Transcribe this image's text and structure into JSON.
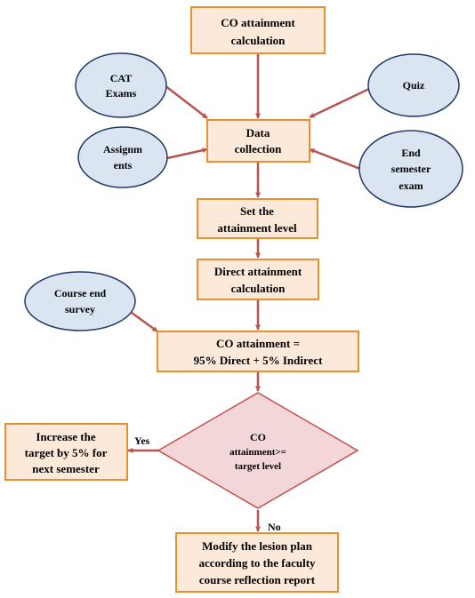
{
  "diagram": {
    "nodes": {
      "co_calc": {
        "lines": [
          "CO attainment",
          "calculation"
        ]
      },
      "cat": {
        "lines": [
          "CAT",
          "Exams"
        ]
      },
      "quiz": {
        "lines": [
          "Quiz"
        ]
      },
      "data": {
        "lines": [
          "Data",
          "collection"
        ]
      },
      "assign": {
        "lines": [
          "Assignm",
          "ents"
        ]
      },
      "endsem": {
        "lines": [
          "End",
          "semester",
          "exam"
        ]
      },
      "setlevel": {
        "lines": [
          "Set the",
          "attainment level"
        ]
      },
      "direct": {
        "lines": [
          "Direct attainment",
          "calculation"
        ]
      },
      "survey": {
        "lines": [
          "Course end",
          "survey"
        ]
      },
      "formula": {
        "lines": [
          "CO attainment =",
          "95% Direct + 5% Indirect"
        ]
      },
      "decision": {
        "lines": [
          "CO",
          "attainment>=",
          "target level"
        ]
      },
      "increase": {
        "lines": [
          "Increase the",
          "target by 5% for",
          "next semester"
        ]
      },
      "modify": {
        "lines": [
          "Modify the lesion plan",
          "according to the faculty",
          "course reflection report"
        ]
      }
    },
    "edge_labels": {
      "yes": "Yes",
      "no": "No"
    }
  },
  "colors": {
    "box_fill": "#fde9d9",
    "box_stroke": "#e8902f",
    "ellipse_fill": "#dbe5f1",
    "ellipse_stroke": "#1f3864",
    "diamond_fill": "#f2d6d8",
    "diamond_stroke": "#c0504d",
    "arrow": "#b85450"
  }
}
